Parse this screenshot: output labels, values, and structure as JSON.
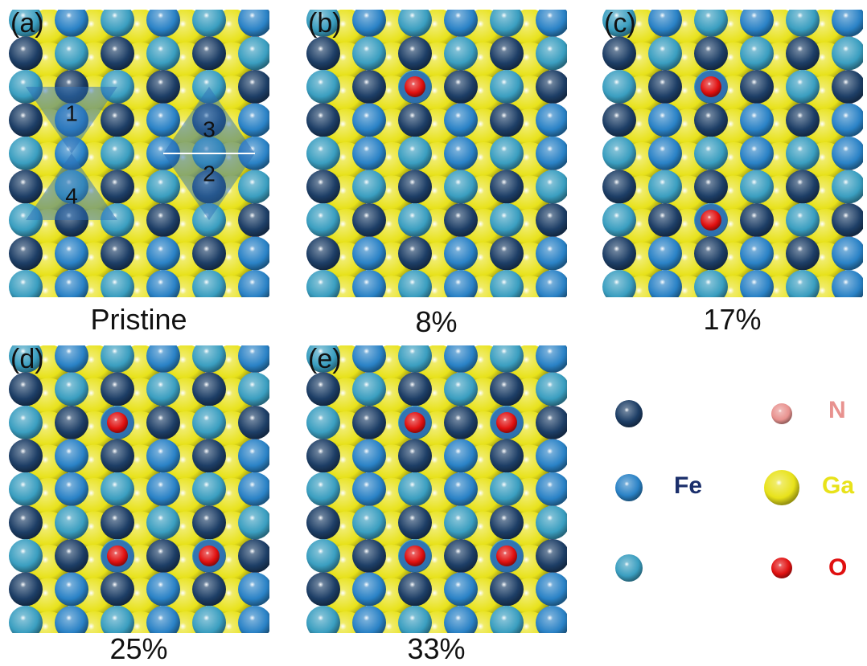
{
  "colors": {
    "fe_dark": "#1d3e66",
    "fe_mid": "#2a82c6",
    "fe_teal": "#3a9ec0",
    "ga": "#e8e21a",
    "n": "#e8928f",
    "o": "#e01010",
    "triangle": "#2d6fb5"
  },
  "panels": [
    {
      "label": "(a)",
      "caption": "Pristine",
      "oxygen_sites": []
    },
    {
      "label": "(b)",
      "caption": "8%",
      "oxygen_sites": [
        [
          2,
          2
        ]
      ]
    },
    {
      "label": "(c)",
      "caption": "17%",
      "oxygen_sites": [
        [
          2,
          2
        ],
        [
          2,
          6
        ]
      ]
    },
    {
      "label": "(d)",
      "caption": "25%",
      "oxygen_sites": [
        [
          2,
          2
        ],
        [
          2,
          6
        ],
        [
          4,
          6
        ]
      ]
    },
    {
      "label": "(e)",
      "caption": "33%",
      "oxygen_sites": [
        [
          2,
          2
        ],
        [
          4,
          2
        ],
        [
          2,
          6
        ],
        [
          4,
          6
        ]
      ]
    }
  ],
  "site_markers": [
    "1",
    "2",
    "3",
    "4"
  ],
  "legend": {
    "fe_label": "Fe",
    "ga_label": "Ga",
    "n_label": "N",
    "o_label": "O"
  }
}
